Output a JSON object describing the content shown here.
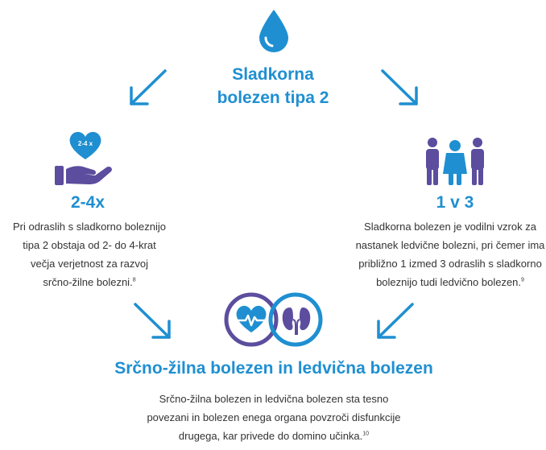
{
  "top": {
    "title_line1": "Sladkorna",
    "title_line2": "bolezen tipa 2"
  },
  "left": {
    "heart_badge": "2-4 x",
    "heading": "2-4x",
    "lines": [
      "Pri odraslih s sladkorno boleznijo",
      "tipa 2 obstaja od 2- do 4-krat",
      "večja verjetnost za razvoj",
      "srčno-žilne bolezni."
    ],
    "ref": "8"
  },
  "right": {
    "heading": "1 v 3",
    "lines": [
      "Sladkorna bolezen je vodilni vzrok za",
      "nastanek ledvične bolezni, pri čemer ima",
      "približno 1 izmed 3 odraslih s sladkorno",
      "boleznijo tudi ledvično bolezen."
    ],
    "ref": "9"
  },
  "bottom": {
    "heading": "Srčno-žilna bolezen in ledvična bolezen",
    "lines": [
      "Srčno-žilna bolezen in ledvična bolezen sta tesno",
      "povezani in bolezen enega organa povzroči disfunkcije",
      "drugega, kar privede do domino učinka."
    ],
    "ref": "10"
  },
  "colors": {
    "blue": "#1f8fd1",
    "purple": "#5c4d9e",
    "text": "#333333"
  },
  "icons": {
    "top": "water-drop-icon",
    "left": "heart-in-hand-icon",
    "right": "family-group-icon",
    "bottom_left": "heart-pulse-icon",
    "bottom_right": "kidney-icon"
  }
}
